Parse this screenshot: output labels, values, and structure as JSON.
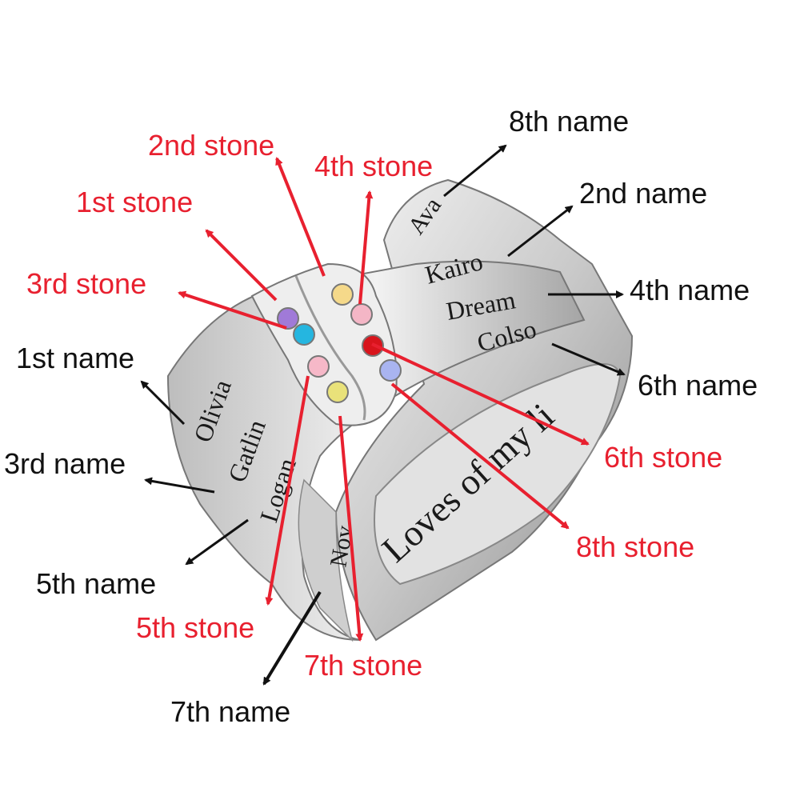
{
  "colors": {
    "stone_label": "#e8202f",
    "name_label": "#111111",
    "metal": "#d9d9d9"
  },
  "stone_labels": {
    "s1": "1st stone",
    "s2": "2nd stone",
    "s3": "3rd stone",
    "s4": "4th stone",
    "s5": "5th stone",
    "s6": "6th stone",
    "s7": "7th stone",
    "s8": "8th stone"
  },
  "name_labels": {
    "n1": "1st name",
    "n2": "2nd name",
    "n3": "3rd name",
    "n4": "4th name",
    "n5": "5th name",
    "n6": "6th name",
    "n7": "7th name",
    "n8": "8th name"
  },
  "engravings": {
    "ava": "Ava",
    "kairo": "Kairo",
    "dream": "Dream",
    "colso": "Colso",
    "olivia": "Olivia",
    "gatlin": "Gatlin",
    "logan": "Logan",
    "nov": "Nov",
    "inner": "Loves of my li"
  },
  "stones": [
    {
      "color": "#a07ad8"
    },
    {
      "color": "#f5d98a"
    },
    {
      "color": "#25b6e0"
    },
    {
      "color": "#f4b6c6"
    },
    {
      "color": "#f6b8c8"
    },
    {
      "color": "#d8141c"
    },
    {
      "color": "#e9e27a"
    },
    {
      "color": "#a9b4f0"
    }
  ]
}
